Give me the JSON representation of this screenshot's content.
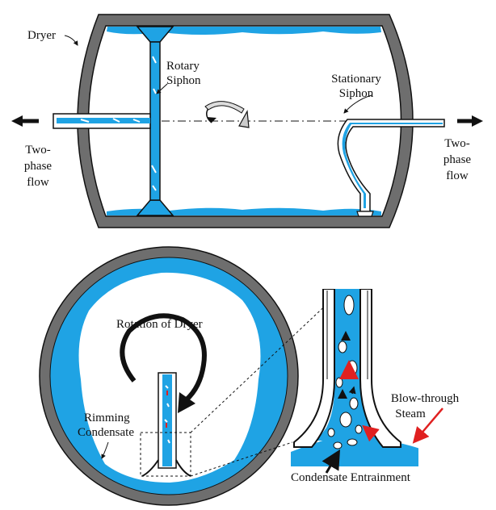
{
  "labels": {
    "dryer": "Dryer",
    "rotary_siphon_1": "Rotary",
    "rotary_siphon_2": "Siphon",
    "stationary_siphon_1": "Stationary",
    "stationary_siphon_2": "Siphon",
    "two_phase_left_1": "Two-",
    "two_phase_left_2": "phase",
    "two_phase_left_3": "flow",
    "two_phase_right_1": "Two-",
    "two_phase_right_2": "phase",
    "two_phase_right_3": "flow",
    "rotation_of_dryer": "Rotation of Dryer",
    "rimming_condensate_1": "Rimming",
    "rimming_condensate_2": "Condensate",
    "blow_through_steam_1": "Blow-through",
    "blow_through_steam_2": "Steam",
    "condensate_entrainment": "Condensate Entrainment"
  },
  "colors": {
    "condensate": "#1fa3e4",
    "shell": "#6e6e6e",
    "shell_outline": "#111111",
    "steam_arrow": "#e02020",
    "flow_arrow": "#111111"
  }
}
